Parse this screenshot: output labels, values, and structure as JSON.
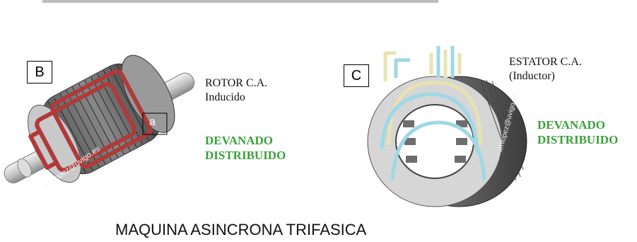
{
  "rotor": {
    "label_box": "B",
    "sub_label": "a",
    "title_line1": "ROTOR C.A.",
    "title_line2": "Inducido",
    "winding_line1": "DEVANADO",
    "winding_line2": "DISTRIBUIDO",
    "watermark": "xmlopez@uvigo.es"
  },
  "stator": {
    "label_box": "C",
    "title_line1": "ESTATOR C.A.",
    "title_line2": "(Inductor)",
    "winding_line1": "DEVANADO",
    "winding_line2": "DISTRIBUIDO",
    "watermark": "xmlopez@uvigo.es"
  },
  "main_title": "MAQUINA ASINCRONA TRIFASICA",
  "colors": {
    "winding_text": "#3aa13a",
    "rotor_coil": "#b03a3a",
    "stator_coil_a": "#9fd8e6",
    "stator_coil_b": "#e8e3b0"
  }
}
